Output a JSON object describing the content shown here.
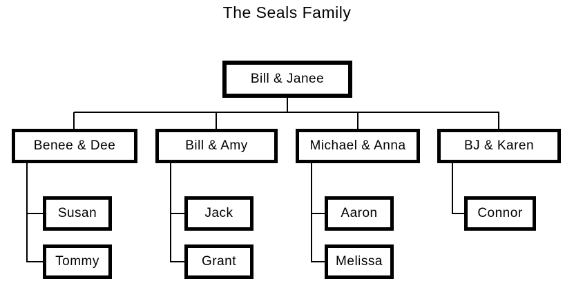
{
  "title": "The Seals Family",
  "colors": {
    "background": "#ffffff",
    "line": "#000000",
    "box_border": "#000000",
    "text": "#000000"
  },
  "tree": {
    "root": {
      "label": "Bill & Janee"
    },
    "families": [
      {
        "label": "Benee & Dee",
        "children": [
          {
            "label": "Susan"
          },
          {
            "label": "Tommy"
          }
        ]
      },
      {
        "label": "Bill & Amy",
        "children": [
          {
            "label": "Jack"
          },
          {
            "label": "Grant"
          }
        ]
      },
      {
        "label": "Michael & Anna",
        "children": [
          {
            "label": "Aaron"
          },
          {
            "label": "Melissa"
          }
        ]
      },
      {
        "label": "BJ & Karen",
        "children": [
          {
            "label": "Connor"
          }
        ]
      }
    ]
  }
}
